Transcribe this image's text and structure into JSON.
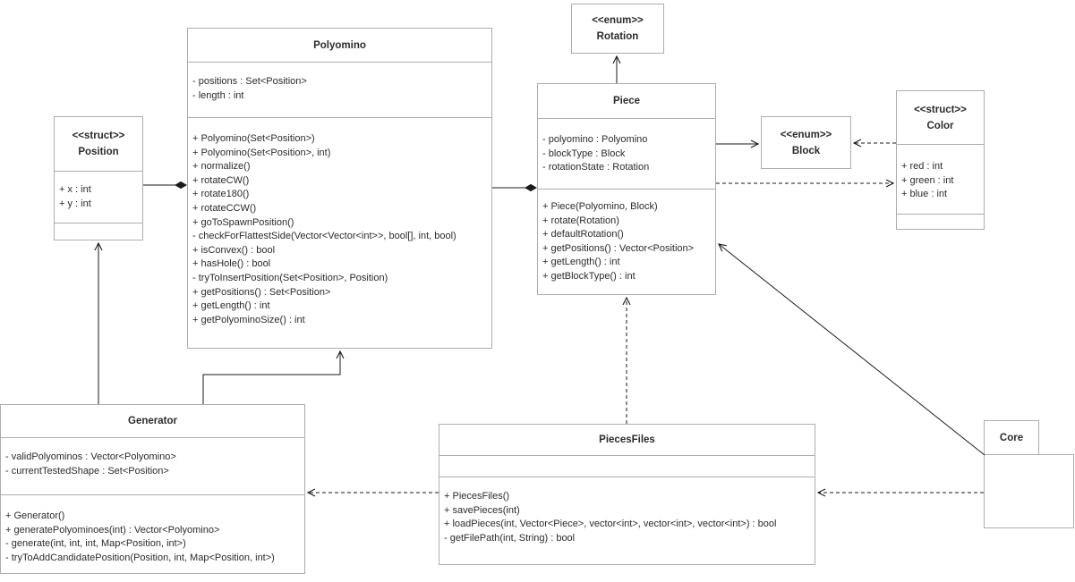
{
  "diagram": {
    "classes": {
      "polyomino": {
        "name": "Polyomino",
        "attributes": [
          "- positions : Set<Position>",
          "- length : int"
        ],
        "methods": [
          "+ Polyomino(Set<Position>)",
          "+ Polyomino(Set<Position>, int)",
          "+ normalize()",
          "+ rotateCW()",
          "+ rotate180()",
          "+ rotateCCW()",
          "+ goToSpawnPosition()",
          "- checkForFlattestSide(Vector<Vector<int>>, bool[], int, bool)",
          "+ isConvex() : bool",
          "+ hasHole() : bool",
          "- tryToInsertPosition(Set<Position>, Position)",
          "+ getPositions() : Set<Position>",
          "+ getLength() : int",
          "+ getPolyominoSize() : int"
        ]
      },
      "position": {
        "stereotype": "<<struct>>",
        "name": "Position",
        "attributes": [
          "+ x : int",
          "+ y : int"
        ]
      },
      "rotation": {
        "stereotype": "<<enum>>",
        "name": "Rotation"
      },
      "piece": {
        "name": "Piece",
        "attributes": [
          "- polyomino : Polyomino",
          "- blockType : Block",
          "- rotationState : Rotation"
        ],
        "methods": [
          "+ Piece(Polyomino, Block)",
          "+ rotate(Rotation)",
          "+ defaultRotation()",
          "+ getPositions() : Vector<Position>",
          "+ getLength() : int",
          "+ getBlockType() : int"
        ]
      },
      "block": {
        "stereotype": "<<enum>>",
        "name": "Block"
      },
      "color": {
        "stereotype": "<<struct>>",
        "name": "Color",
        "attributes": [
          "+ red : int",
          "+ green : int",
          "+ blue : int"
        ]
      },
      "generator": {
        "name": "Generator",
        "attributes": [
          "- validPolyominos : Vector<Polyomino>",
          "- currentTestedShape : Set<Position>"
        ],
        "methods": [
          "+ Generator()",
          "+ generatePolyominoes(int) : Vector<Polyomino>",
          "- generate(int, int, int, Map<Position, int>)",
          "- tryToAddCandidatePosition(Position, int, Map<Position, int>)"
        ]
      },
      "piecesfiles": {
        "name": "PiecesFiles",
        "methods": [
          "+ PiecesFiles()",
          "+ savePieces(int)",
          "+ loadPieces(int, Vector<Piece>, vector<int>, vector<int>, vector<int>) : bool",
          "- getFilePath(int, String) : bool"
        ]
      },
      "core": {
        "name": "Core"
      }
    },
    "relations": [
      {
        "from": "Position",
        "to": "Polyomino",
        "type": "composition",
        "line": "solid-filled-diamond"
      },
      {
        "from": "Polyomino",
        "to": "Piece",
        "type": "composition",
        "line": "solid-filled-diamond"
      },
      {
        "from": "Piece",
        "to": "Rotation",
        "type": "directed-association",
        "line": "solid-open-arrow"
      },
      {
        "from": "Piece",
        "to": "Block",
        "type": "directed-association",
        "line": "solid-open-arrow"
      },
      {
        "from": "Piece",
        "to": "Color",
        "type": "dependency",
        "line": "dashed-open-arrow"
      },
      {
        "from": "Color",
        "to": "Block",
        "type": "dependency",
        "line": "dashed-open-arrow"
      },
      {
        "from": "Generator",
        "to": "Position",
        "type": "directed-association",
        "line": "solid-open-arrow"
      },
      {
        "from": "Generator",
        "to": "Polyomino",
        "type": "directed-association",
        "line": "solid-open-arrow"
      },
      {
        "from": "PiecesFiles",
        "to": "Piece",
        "type": "dependency",
        "line": "dashed-open-arrow"
      },
      {
        "from": "PiecesFiles",
        "to": "Generator",
        "type": "dependency",
        "line": "dashed-open-arrow"
      },
      {
        "from": "Core",
        "to": "Piece",
        "type": "directed-association",
        "line": "solid-open-arrow"
      },
      {
        "from": "Core",
        "to": "PiecesFiles",
        "type": "dependency",
        "line": "dashed-open-arrow"
      }
    ],
    "colors": {
      "background": "#ffffff",
      "box_border": "#adadad",
      "text": "#2b2b2b",
      "connector": "#1a1a1a"
    }
  }
}
